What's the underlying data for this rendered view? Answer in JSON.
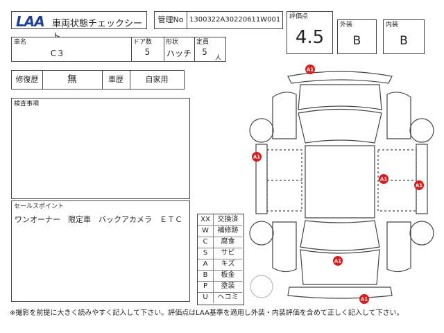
{
  "header": {
    "logo_text": "LAA",
    "title": "車両状態チェックシート",
    "management_label": "管理No",
    "management_no": "1300322A30220611W001"
  },
  "grades": {
    "score_label": "評価点",
    "score": "4.5",
    "exterior_label": "外装",
    "exterior": "B",
    "interior_label": "内装",
    "interior": "B"
  },
  "vehicle": {
    "name_label": "車名",
    "name": "C３",
    "doors_label": "ドア数",
    "doors": "5",
    "body_label": "形状",
    "body": "ハッチ",
    "capacity_label": "定員",
    "capacity": "5",
    "capacity_unit": "人"
  },
  "history": {
    "repair_label": "修復歴",
    "repair": "無",
    "usage_label": "車歴",
    "usage": "自家用"
  },
  "inspection": {
    "label": "検査事項",
    "text": ""
  },
  "sales": {
    "label": "セールスポイント",
    "text": "ワンオーナー　限定車　バックアカメラ　ＥＴＣ"
  },
  "legend": [
    {
      "code": "XX",
      "desc": "交換済"
    },
    {
      "code": "W",
      "desc": "補修跡"
    },
    {
      "code": "C",
      "desc": "腐食"
    },
    {
      "code": "S",
      "desc": "サビ"
    },
    {
      "code": "A",
      "desc": "キズ"
    },
    {
      "code": "B",
      "desc": "板金"
    },
    {
      "code": "P",
      "desc": "塗装"
    },
    {
      "code": "U",
      "desc": "ヘコミ"
    }
  ],
  "damage_markers": [
    "A1",
    "A1",
    "A1",
    "A1",
    "A1",
    "A1"
  ],
  "footer_note": "※撮影を前提に大きく読みやすく記入して下さい。評価点はLAA基準を適用し外装・内装評価を含めて正しく記入して下さい。"
}
